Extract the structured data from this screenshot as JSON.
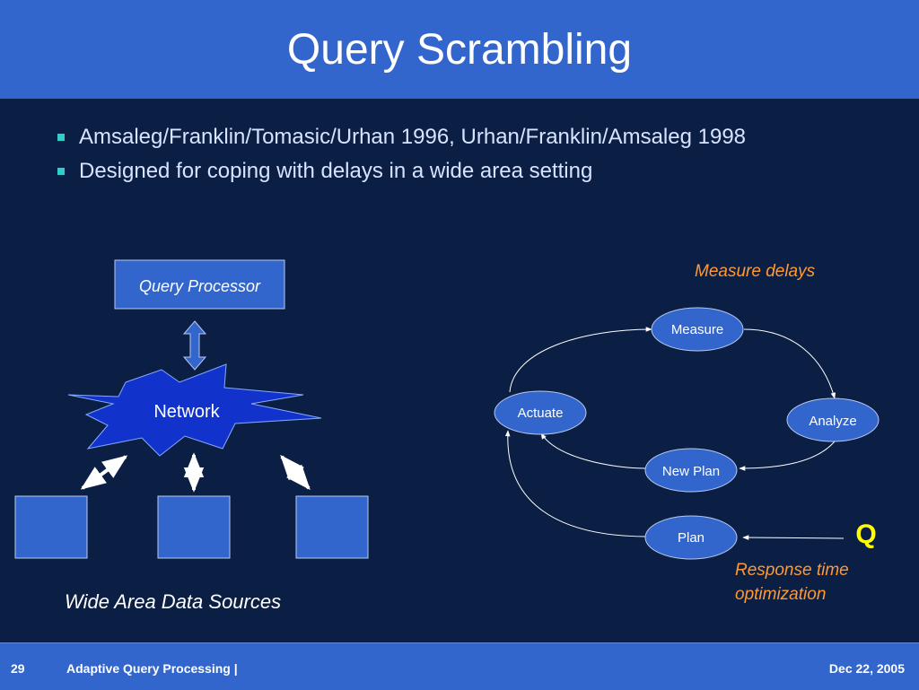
{
  "slide": {
    "title": "Query Scrambling",
    "bullets": [
      "Amsaleg/Franklin/Tomasic/Urhan 1996, Urhan/Franklin/Amsaleg 1998",
      "Designed for coping with delays in a wide area setting"
    ]
  },
  "left_diagram": {
    "processor_label": "Query Processor",
    "network_label": "Network",
    "sources_caption": "Wide Area Data Sources"
  },
  "right_diagram": {
    "nodes": {
      "measure": "Measure",
      "analyze": "Analyze",
      "new_plan": "New Plan",
      "actuate": "Actuate",
      "plan": "Plan"
    },
    "annotation_measure": "Measure delays",
    "q_label": "Q",
    "annotation_response_line1": "Response time",
    "annotation_response_line2": "optimization"
  },
  "footer": {
    "page_number": "29",
    "deck_title": "Adaptive Query Processing |",
    "date": "Dec 22, 2005"
  },
  "colors": {
    "background": "#0b1f45",
    "title_bar": "#3366cc",
    "node_fill": "#3366cc",
    "annotation": "#ff9933",
    "q_accent": "#ffff00",
    "bullet_mark": "#33cccc"
  }
}
